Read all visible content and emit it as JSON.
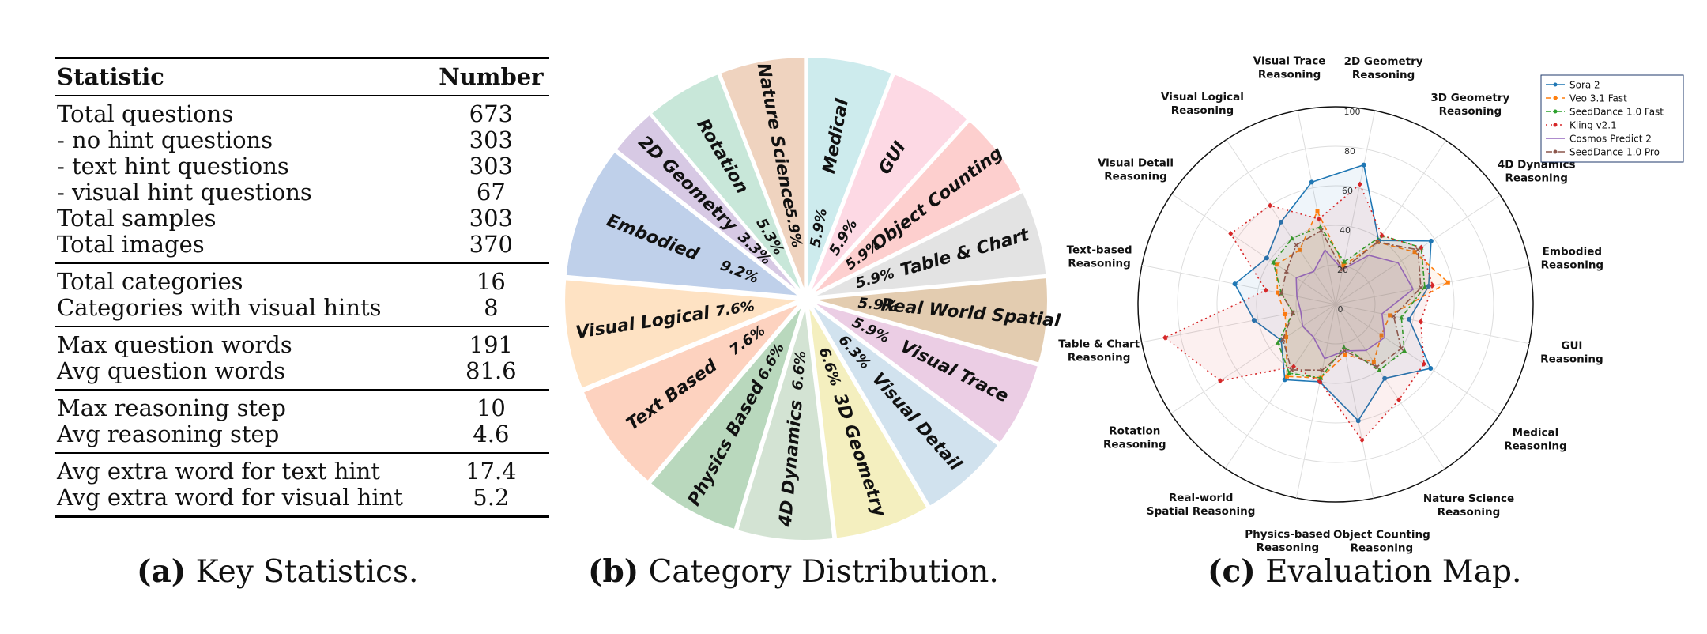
{
  "table": {
    "header": {
      "statistic": "Statistic",
      "number": "Number"
    },
    "groups": [
      [
        {
          "label": "Total questions",
          "value": "673"
        },
        {
          "label": "- no hint questions",
          "value": "303"
        },
        {
          "label": "- text hint questions",
          "value": "303"
        },
        {
          "label": "- visual hint questions",
          "value": "67"
        },
        {
          "label": "Total samples",
          "value": "303"
        },
        {
          "label": "Total images",
          "value": "370"
        }
      ],
      [
        {
          "label": "Total categories",
          "value": "16"
        },
        {
          "label": "Categories with visual hints",
          "value": "8"
        }
      ],
      [
        {
          "label": "Max question words",
          "value": "191"
        },
        {
          "label": "Avg question words",
          "value": "81.6"
        }
      ],
      [
        {
          "label": "Max reasoning step",
          "value": "10"
        },
        {
          "label": "Avg reasoning step",
          "value": "4.6"
        }
      ],
      [
        {
          "label": "Avg extra word for text hint",
          "value": "17.4"
        },
        {
          "label": "Avg extra word for visual hint",
          "value": "5.2"
        }
      ]
    ]
  },
  "captions": {
    "a": {
      "tag": "(a)",
      "text": "Key Statistics."
    },
    "b": {
      "tag": "(b)",
      "text": "Category Distribution."
    },
    "c": {
      "tag": "(c)",
      "text": "Evaluation Map."
    }
  },
  "chart_data": [
    {
      "type": "pie",
      "slices": [
        {
          "label": "Medical",
          "percent": "5.9%",
          "value": 5.9,
          "color": "#cdebed"
        },
        {
          "label": "GUI",
          "percent": "5.9%",
          "value": 5.9,
          "color": "#fdd9e4"
        },
        {
          "label": "Object Counting",
          "percent": "5.9%",
          "value": 5.9,
          "color": "#fdcfce"
        },
        {
          "label": "Table & Chart",
          "percent": "5.9%",
          "value": 5.9,
          "color": "#e3e3e3"
        },
        {
          "label": "Real World Spatial",
          "percent": "5.9%",
          "value": 5.9,
          "color": "#e3ccb0"
        },
        {
          "label": "Visual Trace",
          "percent": "5.9%",
          "value": 5.9,
          "color": "#ebcde4"
        },
        {
          "label": "Visual Detail",
          "percent": "6.3%",
          "value": 6.3,
          "color": "#d1e2ee"
        },
        {
          "label": "3D Geometry",
          "percent": "6.6%",
          "value": 6.6,
          "color": "#f4efbf"
        },
        {
          "label": "4D Dynamics",
          "percent": "6.6%",
          "value": 6.6,
          "color": "#d3e3d3"
        },
        {
          "label": "Physics Based",
          "percent": "6.6%",
          "value": 6.6,
          "color": "#b9d8bd"
        },
        {
          "label": "Text Based",
          "percent": "7.6%",
          "value": 7.6,
          "color": "#fdd2bf"
        },
        {
          "label": "Visual Logical",
          "percent": "7.6%",
          "value": 7.6,
          "color": "#fee2c3"
        },
        {
          "label": "Embodied",
          "percent": "9.2%",
          "value": 9.2,
          "color": "#bfd0ea"
        },
        {
          "label": "2D Geometry",
          "percent": "3.3%",
          "value": 3.3,
          "color": "#d7c9e4"
        },
        {
          "label": "Rotation",
          "percent": "5.3%",
          "value": 5.3,
          "color": "#c8e7d9"
        },
        {
          "label": "Nature Science",
          "percent": "5.9%",
          "value": 5.9,
          "color": "#efd3bf"
        }
      ]
    },
    {
      "type": "radar",
      "rmax": 100,
      "rticks": [
        "0",
        "20",
        "40",
        "60",
        "80",
        "100"
      ],
      "axes": [
        [
          "2D Geometry",
          "Reasoning"
        ],
        [
          "3D Geometry",
          "Reasoning"
        ],
        [
          "4D Dynamics",
          "Reasoning"
        ],
        [
          "Embodied",
          "Reasoning"
        ],
        [
          "GUI",
          "Reasoning"
        ],
        [
          "Medical",
          "Reasoning"
        ],
        [
          "Nature Science",
          "Reasoning"
        ],
        [
          "Object Counting",
          "Reasoning"
        ],
        [
          "Physics-based",
          "Reasoning"
        ],
        [
          "Real-world",
          "Spatial Reasoning"
        ],
        [
          "Rotation",
          "Reasoning"
        ],
        [
          "Table & Chart",
          "Reasoning"
        ],
        [
          "Text-based",
          "Reasoning"
        ],
        [
          "Visual Detail",
          "Reasoning"
        ],
        [
          "Visual Logical",
          "Reasoning"
        ],
        [
          "Visual Trace",
          "Reasoning"
        ]
      ],
      "series": [
        {
          "name": "Sora 2",
          "color": "#1f77b4",
          "dash": "",
          "marker": "circle",
          "values": [
            72,
            39,
            58,
            48,
            38,
            58,
            45,
            60,
            40,
            46,
            33,
            42,
            52,
            42,
            50,
            63
          ]
        },
        {
          "name": "Veo 3.1 Fast",
          "color": "#ff7f0e",
          "dash": "6,4",
          "marker": "square",
          "values": [
            20,
            38,
            48,
            58,
            28,
            28,
            35,
            26,
            38,
            44,
            30,
            26,
            30,
            36,
            33,
            48
          ]
        },
        {
          "name": "SeedDance 1.0 Fast",
          "color": "#2ca02c",
          "dash": "6,3,2,3",
          "marker": "triangle",
          "values": [
            22,
            42,
            52,
            46,
            34,
            42,
            40,
            22,
            38,
            42,
            35,
            22,
            28,
            38,
            40,
            40
          ]
        },
        {
          "name": "Kling v2.1",
          "color": "#d62728",
          "dash": "2,4",
          "marker": "diamond",
          "values": [
            62,
            42,
            52,
            50,
            44,
            54,
            58,
            70,
            40,
            38,
            70,
            88,
            36,
            64,
            60,
            44
          ]
        },
        {
          "name": "Cosmos Predict 2",
          "color": "#9467bd",
          "dash": "",
          "marker": "none",
          "values": [
            18,
            30,
            38,
            40,
            24,
            30,
            28,
            24,
            28,
            20,
            20,
            18,
            20,
            24,
            20,
            28
          ]
        },
        {
          "name": "SeedDance 1.0 Pro",
          "color": "#8c564b",
          "dash": "8,3,2,3",
          "marker": "x",
          "values": [
            18,
            38,
            50,
            44,
            30,
            40,
            38,
            24,
            34,
            40,
            32,
            22,
            28,
            30,
            36,
            38
          ]
        }
      ]
    }
  ]
}
